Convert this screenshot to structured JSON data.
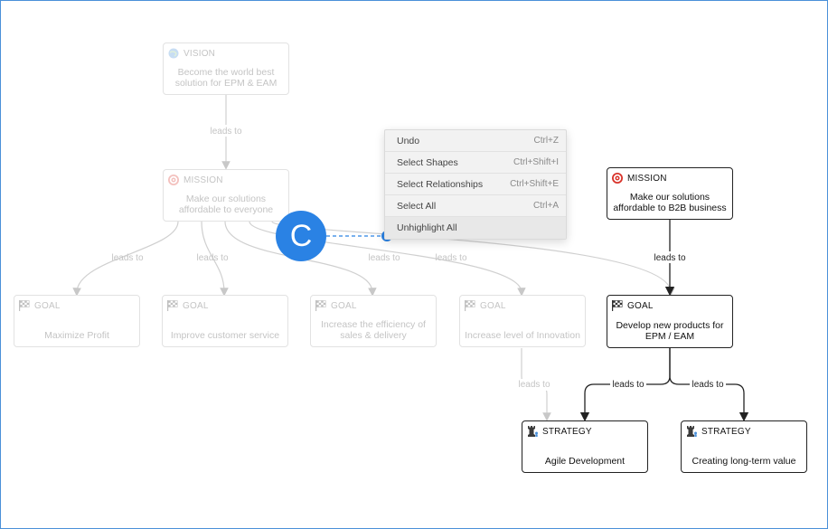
{
  "nodes": {
    "vision": {
      "type": "VISION",
      "title": "Become the world best solution for EPM & EAM"
    },
    "mission_dim": {
      "type": "MISSION",
      "title": "Make our solutions affordable to everyone"
    },
    "goal_profit": {
      "type": "GOAL",
      "title": "Maximize Profit"
    },
    "goal_service": {
      "type": "GOAL",
      "title": "Improve customer service"
    },
    "goal_efficiency": {
      "type": "GOAL",
      "title": "Increase the efficiency of sales & delivery"
    },
    "goal_innovation": {
      "type": "GOAL",
      "title": "Increase level of Innovation"
    },
    "mission_active": {
      "type": "MISSION",
      "title": "Make our solutions affordable to B2B business"
    },
    "goal_active": {
      "type": "GOAL",
      "title": "Develop new products for EPM / EAM"
    },
    "strategy_agile": {
      "type": "STRATEGY",
      "title": "Agile Development"
    },
    "strategy_value": {
      "type": "STRATEGY",
      "title": "Creating long-term value"
    }
  },
  "edge_label": "leads to",
  "context_menu": {
    "items": [
      {
        "label": "Undo",
        "shortcut": "Ctrl+Z"
      },
      {
        "label": "Select Shapes",
        "shortcut": "Ctrl+Shift+I"
      },
      {
        "label": "Select Relationships",
        "shortcut": "Ctrl+Shift+E"
      },
      {
        "label": "Select All",
        "shortcut": "Ctrl+A"
      },
      {
        "label": "Unhighlight All",
        "shortcut": ""
      }
    ]
  },
  "marker": {
    "label": "C",
    "color": "#2a82e4"
  },
  "colors": {
    "dim_line": "#c8c8c8",
    "active_line": "#222222",
    "accent": "#2a82e4"
  }
}
